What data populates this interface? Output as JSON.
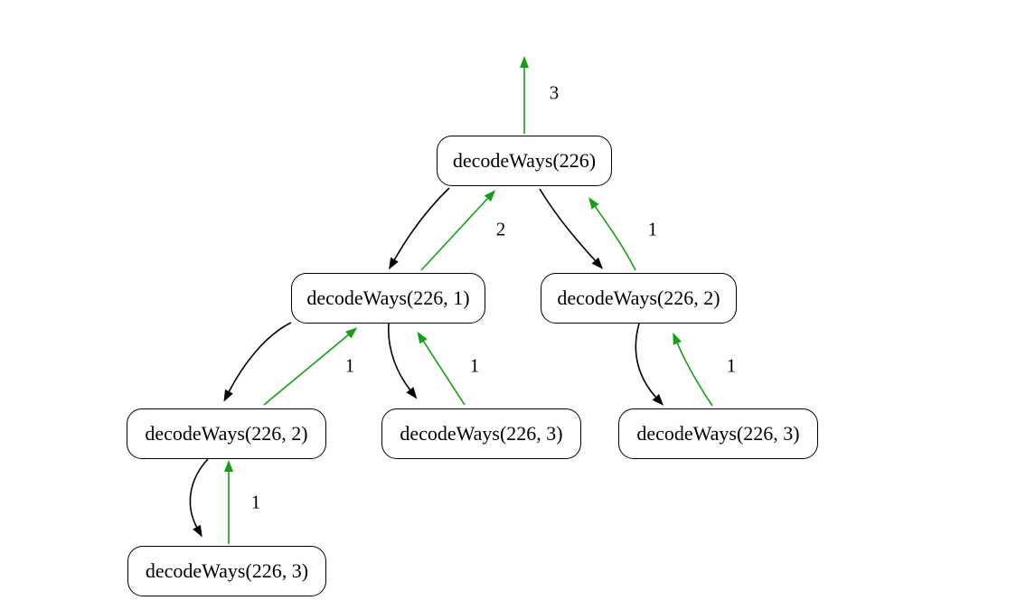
{
  "diagram": {
    "type": "recursion-tree",
    "function_name": "decodeWays",
    "colors": {
      "call_edge": "#000000",
      "return_edge": "#14a014",
      "node_border": "#000000",
      "node_fill": "#ffffff",
      "text": "#000000",
      "background": "#ffffff"
    },
    "nodes": [
      {
        "id": "root",
        "label": "decodeWays(226)"
      },
      {
        "id": "n1",
        "label": "decodeWays(226, 1)"
      },
      {
        "id": "n2",
        "label": "decodeWays(226, 2)"
      },
      {
        "id": "n1_2",
        "label": "decodeWays(226, 2)"
      },
      {
        "id": "n1_3",
        "label": "decodeWays(226, 3)"
      },
      {
        "id": "n2_3",
        "label": "decodeWays(226, 3)"
      },
      {
        "id": "n1_2_3",
        "label": "decodeWays(226, 3)"
      }
    ],
    "links": [
      {
        "id": "final-return",
        "child": "decodeWays(226)",
        "return_value": "3"
      },
      {
        "id": "root-to-226-1",
        "parent": "decodeWays(226)",
        "child": "decodeWays(226, 1)",
        "return_value": "2"
      },
      {
        "id": "root-to-226-2",
        "parent": "decodeWays(226)",
        "child": "decodeWays(226, 2)",
        "return_value": "1"
      },
      {
        "id": "226-1-to-226-2",
        "parent": "decodeWays(226, 1)",
        "child": "decodeWays(226, 2)",
        "return_value": "1"
      },
      {
        "id": "226-1-to-226-3",
        "parent": "decodeWays(226, 1)",
        "child": "decodeWays(226, 3)",
        "return_value": "1"
      },
      {
        "id": "226-2-to-226-3",
        "parent": "decodeWays(226, 2)",
        "child": "decodeWays(226, 3)",
        "return_value": "1"
      },
      {
        "id": "left-226-2-to-226-3",
        "parent": "decodeWays(226, 2)",
        "child": "decodeWays(226, 3)",
        "return_value": "1"
      }
    ]
  }
}
